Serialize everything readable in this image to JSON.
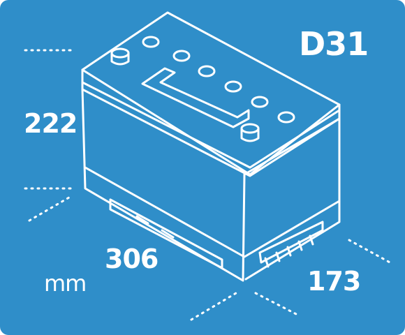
{
  "battery": {
    "model": "D31",
    "height": "222",
    "length": "306",
    "width": "173",
    "unit": "mm"
  },
  "colors": {
    "background": "#2f8ec9",
    "line": "#ffffff"
  },
  "icons": [
    "battery-illustration"
  ]
}
